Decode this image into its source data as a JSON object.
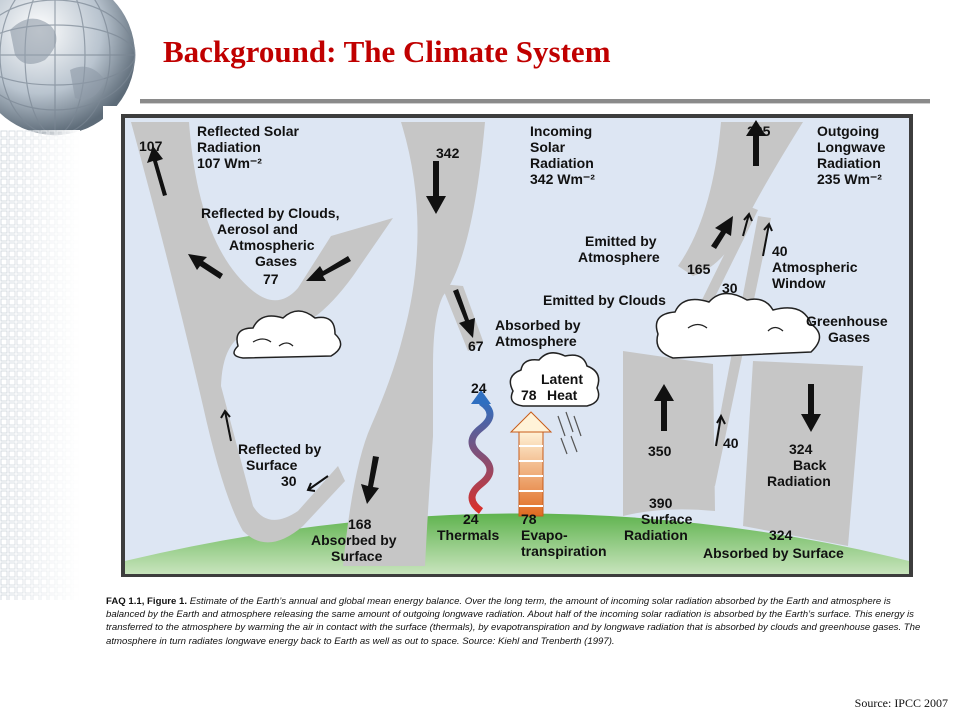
{
  "slide": {
    "title": "Background: The Climate System",
    "source": "Source: IPCC 2007"
  },
  "figure": {
    "labels": {
      "reflected_solar": [
        "Reflected Solar",
        "Radiation",
        "107 Wm⁻²"
      ],
      "reflected_solar_value": "107",
      "incoming_solar": [
        "Incoming",
        "Solar",
        "Radiation",
        "342 Wm⁻²"
      ],
      "incoming_solar_value": "342",
      "outgoing_longwave": [
        "Outgoing",
        "Longwave",
        "Radiation",
        "235 Wm⁻²"
      ],
      "outgoing_longwave_value": "235",
      "reflected_clouds": [
        "Reflected by Clouds,",
        "Aerosol and",
        "Atmospheric",
        "Gases",
        "77"
      ],
      "emitted_atmosphere": [
        "Emitted by",
        "Atmosphere"
      ],
      "emitted_atmosphere_value": "165",
      "emitted_clouds": "Emitted by Clouds",
      "emitted_clouds_value": "30",
      "atmospheric_window": [
        "40",
        "Atmospheric",
        "Window"
      ],
      "greenhouse_gases": [
        "Greenhouse",
        "Gases"
      ],
      "absorbed_atmosphere": [
        "Absorbed by",
        "Atmosphere"
      ],
      "absorbed_atmosphere_value": "67",
      "latent_heat": [
        "Latent",
        "Heat"
      ],
      "latent_heat_value": "78",
      "thermals_value": "24",
      "reflected_surface": [
        "Reflected by",
        "Surface",
        "30"
      ],
      "surface_radiation_value": "350",
      "window_up_value": "40",
      "back_radiation": [
        "324",
        "Back",
        "Radiation"
      ],
      "absorbed_surface_left": [
        "168",
        "Absorbed by",
        "Surface"
      ],
      "thermals_bottom": [
        "24",
        "Thermals"
      ],
      "evapo_bottom": [
        "78",
        "Evapo-",
        "transpiration"
      ],
      "surface_radiation_bottom": [
        "390",
        "Surface",
        "Radiation"
      ],
      "absorbed_surface_right": [
        "324",
        "Absorbed by Surface"
      ]
    },
    "caption_lead": "FAQ 1.1, Figure 1.",
    "caption_text": "Estimate of the Earth’s annual and global mean energy balance. Over the long term, the amount of incoming solar radiation absorbed by the Earth and atmosphere is balanced by the Earth and atmosphere releasing the same amount of outgoing longwave radiation. About half of the incoming solar radiation is absorbed by the Earth’s surface. This energy is transferred to the atmosphere by warming the air in contact with the surface (thermals), by evapotranspiration and by longwave radiation that is absorbed by clouds and greenhouse gases. The atmosphere in turn radiates longwave energy back to Earth as well as out to space. Source: Kiehl and Trenberth (1997).",
    "colors": {
      "sky": "#dde6f3",
      "flow": "#c6c6c6",
      "ground": "#5aa84f",
      "title": "#c00000"
    }
  }
}
